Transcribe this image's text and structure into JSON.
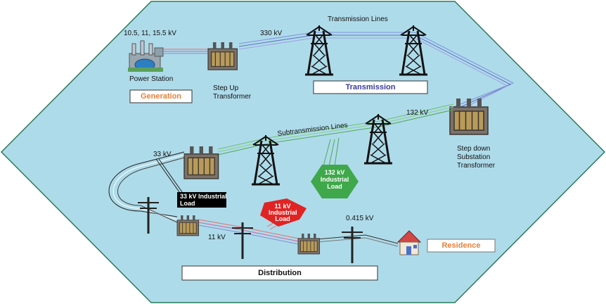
{
  "labels": {
    "gen_voltage": "10.5, 11, 15.5 kV",
    "power_station": "Power Station",
    "step_up": "Step Up",
    "transformer": "Transformer",
    "v330": "330 kV",
    "transmission_lines": "Transmission Lines",
    "v132_top": "132 kV",
    "step_down": "Step down",
    "substation": "Substation",
    "substation_transformer": "Transformer",
    "subtransmission_lines": "Subtransmission Lines",
    "v33": "33 kV",
    "load132_a": "132 kV",
    "load132_b": "Industrial",
    "load132_c": "Load",
    "load33_a": "33 kV Industrial",
    "load33_b": "Load",
    "load11_a": "11 kV",
    "load11_b": "Industrial",
    "load11_c": "Load",
    "v11": "11 kV",
    "v0415": "0.415 kV"
  },
  "sections": {
    "generation": "Generation",
    "transmission": "Transmission",
    "distribution": "Distribution",
    "residence": "Residence"
  },
  "colors": {
    "background": "#aedbea",
    "generation": "#e8803a",
    "transmission": "#3a3aa0",
    "residence": "#e8803a",
    "load132": "#3ea84a",
    "load11": "#e02424",
    "load33": "#000000"
  }
}
